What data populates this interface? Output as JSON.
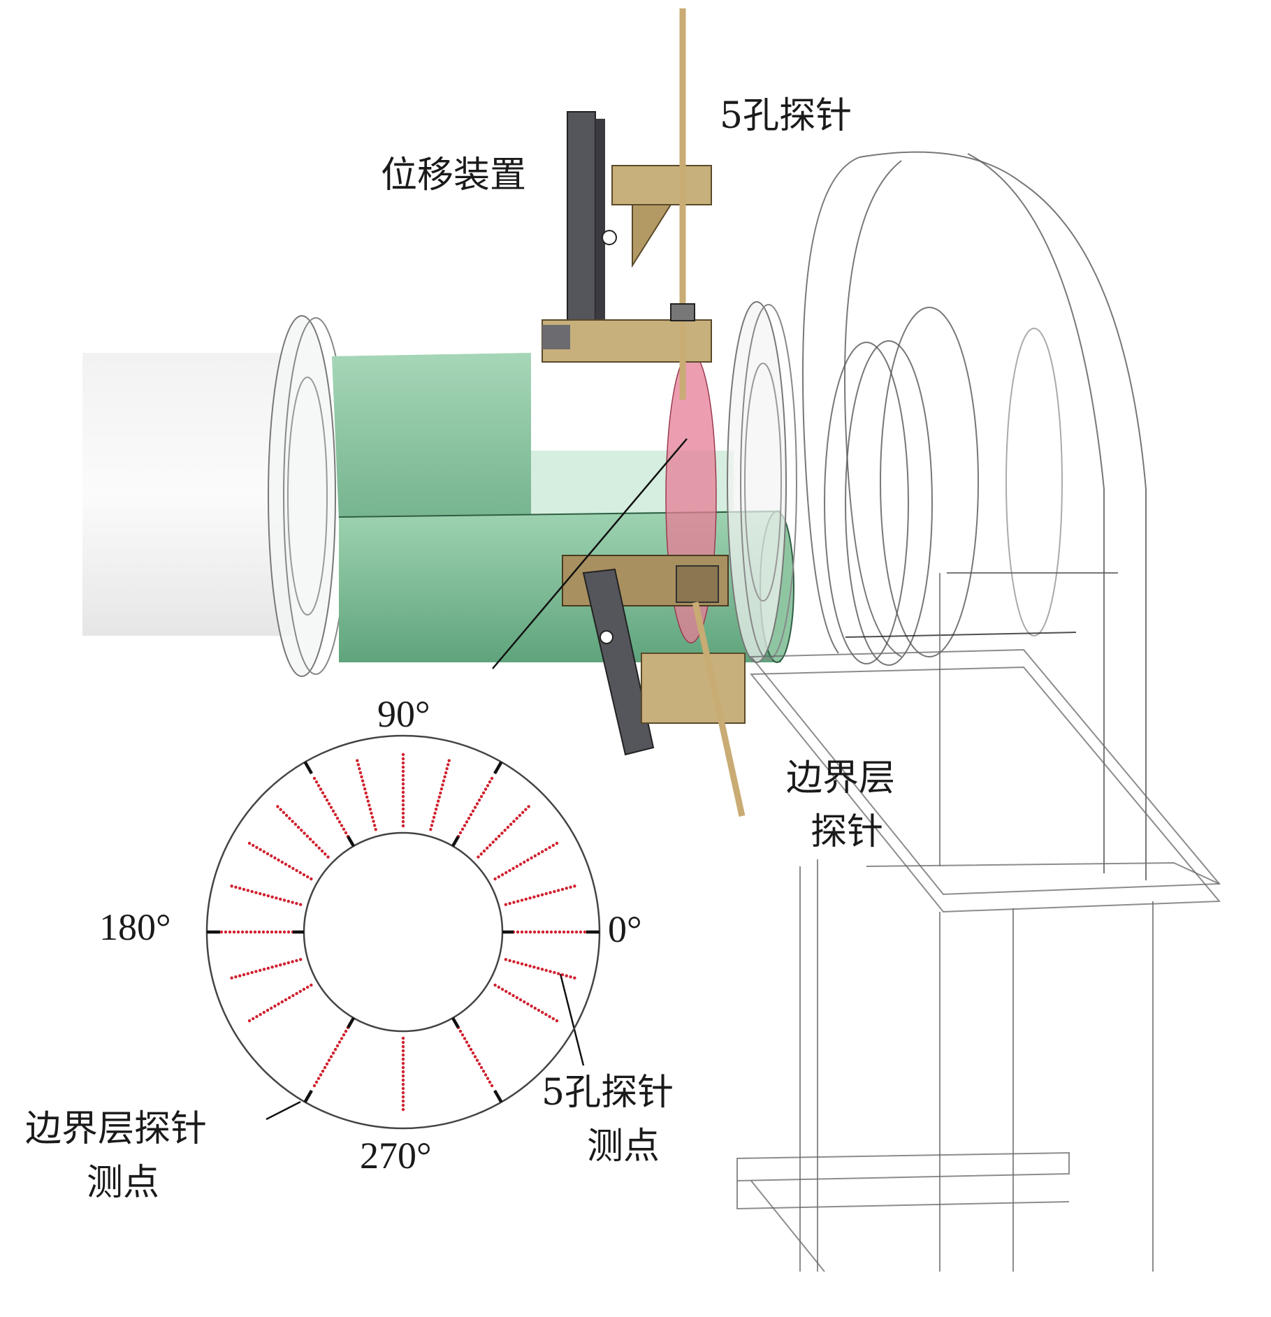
{
  "labels": {
    "five_hole_probe": "5孔探针",
    "traverse_device": "位移装置",
    "boundary_layer_probe_line1": "边界层",
    "boundary_layer_probe_line2": "探针",
    "five_hole_points_line1": "5孔探针",
    "five_hole_points_line2": "测点",
    "boundary_points_line1": "边界层探针",
    "boundary_points_line2": "测点"
  },
  "ring": {
    "angle_labels": {
      "a0": "0°",
      "a90": "90°",
      "a180": "180°",
      "a270": "270°"
    },
    "five_hole_ray_angles_deg": [
      0,
      15,
      30,
      45,
      60,
      75,
      90,
      105,
      120,
      135,
      150,
      165,
      180,
      195,
      210,
      240,
      270,
      300,
      330,
      345
    ],
    "boundary_layer_point_angles_deg": [
      0,
      60,
      120,
      180,
      240,
      300
    ],
    "colors": {
      "five_hole_points": "#d0202e",
      "boundary_points": "#111111",
      "ring": "#444444"
    }
  },
  "colors": {
    "duct_green": "#8fcaa6",
    "pink_plane": "#e57e95",
    "holder_tan": "#c8b07c",
    "traverse_gray": "#55555c"
  }
}
